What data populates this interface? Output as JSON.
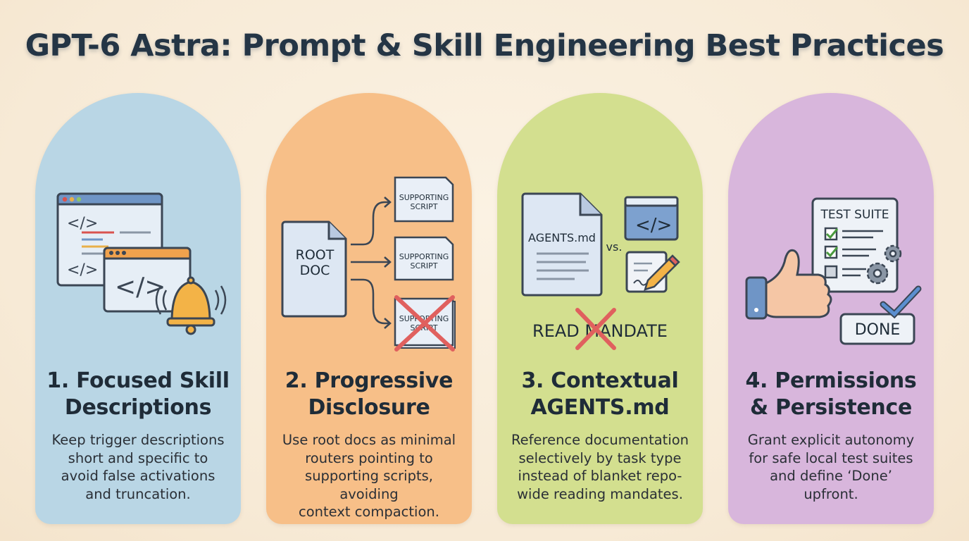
{
  "title": "GPT-6 Astra: Prompt & Skill Engineering Best Practices",
  "cards": [
    {
      "heading": "1. Focused Skill\nDescriptions",
      "description": "Keep trigger descriptions\nshort and specific to\navoid false activations\nand truncation.",
      "color": "#b9d6e5",
      "icons": [
        "code-window-icon",
        "code-window-icon",
        "bell-icon"
      ]
    },
    {
      "heading": "2. Progressive\nDisclosure",
      "description": "Use root docs as minimal\nrouters pointing to\nsupporting scripts, avoiding\ncontext compaction.",
      "color": "#f7bf88",
      "root_doc_label_1": "ROOT",
      "root_doc_label_2": "DOC",
      "script_label_1": "SUPPORTING",
      "script_label_2": "SCRIPT",
      "icons": [
        "document-icon",
        "arrow-icon",
        "cross-icon"
      ]
    },
    {
      "heading": "3. Contextual\nAGENTS.md",
      "description": "Reference documentation\nselectively by task type\ninstead of blanket repo-\nwide reading mandates.",
      "color": "#d3df8f",
      "doc_label": "AGENTS.md",
      "vs_label": "vs.",
      "mandate_label": "READ MANDATE",
      "icons": [
        "document-icon",
        "code-window-icon",
        "pencil-icon",
        "cross-icon"
      ]
    },
    {
      "heading": "4. Permissions\n& Persistence",
      "description": "Grant explicit autonomy\nfor safe local test suites\nand define ‘Done’\nupfront.",
      "color": "#d8b6dc",
      "suite_label": "TEST SUITE",
      "done_label": "DONE",
      "icons": [
        "thumbs-up-icon",
        "checklist-icon",
        "gear-icon",
        "checkmark-icon"
      ]
    }
  ]
}
